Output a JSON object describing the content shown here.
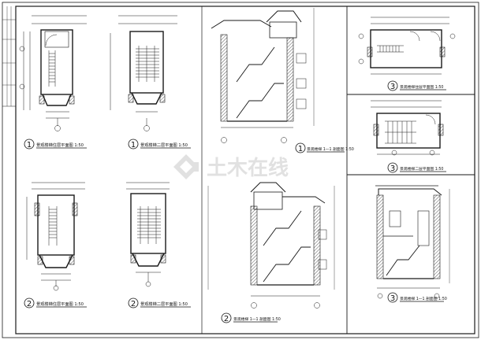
{
  "titles": [
    {
      "num": "1",
      "text": "景观楼梯住层平面图 1:50"
    },
    {
      "num": "1",
      "text": "景观楼梯二层平面图 1:50"
    },
    {
      "num": "1",
      "text": "景观楼梯 1—1 剖面图 1:50"
    },
    {
      "num": "3",
      "text": "景观楼梯住层平面图 1:50"
    },
    {
      "num": "3",
      "text": "景观楼梯二层平面图 1:50"
    },
    {
      "num": "2",
      "text": "景观楼梯住层平面图 1:50"
    },
    {
      "num": "2",
      "text": "景观楼梯二层平面图 1:50"
    },
    {
      "num": "2",
      "text": "景观楼梯 1—1 剖面图 1:50"
    },
    {
      "num": "3",
      "text": "景观楼梯 1—1 剖面图 1:50"
    }
  ],
  "watermark": {
    "text": "土木在线"
  },
  "colors": {
    "line": "#1a1a1a",
    "watermark": "#c9c9c9"
  }
}
